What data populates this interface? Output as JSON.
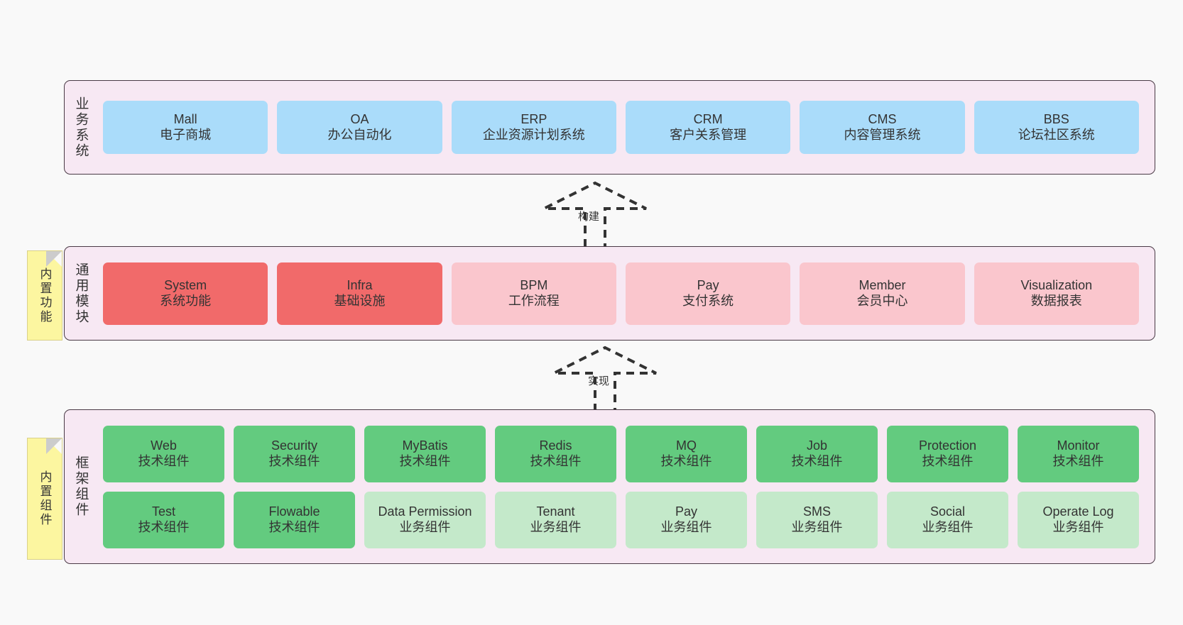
{
  "diagram": {
    "background_color": "#f9f9f9",
    "layer_fill": "#f7e8f3",
    "layer_border": "#4a3a46"
  },
  "layers": [
    {
      "id": "business",
      "label": "业务系统",
      "accent": "#aadcfa",
      "rows": [
        {
          "cards": [
            {
              "title": "Mall",
              "subtitle": "电子商城",
              "color": "#aadcfa"
            },
            {
              "title": "OA",
              "subtitle": "办公自动化",
              "color": "#aadcfa"
            },
            {
              "title": "ERP",
              "subtitle": "企业资源计划系统",
              "color": "#aadcfa"
            },
            {
              "title": "CRM",
              "subtitle": "客户关系管理",
              "color": "#aadcfa"
            },
            {
              "title": "CMS",
              "subtitle": "内容管理系统",
              "color": "#aadcfa"
            },
            {
              "title": "BBS",
              "subtitle": "论坛社区系统",
              "color": "#aadcfa"
            }
          ]
        }
      ]
    },
    {
      "id": "modules",
      "label": "通用模块",
      "accent": "#f16a6a",
      "rows": [
        {
          "cards": [
            {
              "title": "System",
              "subtitle": "系统功能",
              "color": "#f16a6a"
            },
            {
              "title": "Infra",
              "subtitle": "基础设施",
              "color": "#f16a6a"
            },
            {
              "title": "BPM",
              "subtitle": "工作流程",
              "color": "#fac6cd"
            },
            {
              "title": "Pay",
              "subtitle": "支付系统",
              "color": "#fac6cd"
            },
            {
              "title": "Member",
              "subtitle": "会员中心",
              "color": "#fac6cd"
            },
            {
              "title": "Visualization",
              "subtitle": "数据报表",
              "color": "#fac6cd"
            }
          ]
        }
      ]
    },
    {
      "id": "framework",
      "label": "框架组件",
      "accent": "#63cb7f",
      "rows": [
        {
          "cards": [
            {
              "title": "Web",
              "subtitle": "技术组件",
              "color": "#63cb7f"
            },
            {
              "title": "Security",
              "subtitle": "技术组件",
              "color": "#63cb7f"
            },
            {
              "title": "MyBatis",
              "subtitle": "技术组件",
              "color": "#63cb7f"
            },
            {
              "title": "Redis",
              "subtitle": "技术组件",
              "color": "#63cb7f"
            },
            {
              "title": "MQ",
              "subtitle": "技术组件",
              "color": "#63cb7f"
            },
            {
              "title": "Job",
              "subtitle": "技术组件",
              "color": "#63cb7f"
            },
            {
              "title": "Protection",
              "subtitle": "技术组件",
              "color": "#63cb7f"
            },
            {
              "title": "Monitor",
              "subtitle": "技术组件",
              "color": "#63cb7f"
            }
          ]
        },
        {
          "cards": [
            {
              "title": "Test",
              "subtitle": "技术组件",
              "color": "#63cb7f"
            },
            {
              "title": "Flowable",
              "subtitle": "技术组件",
              "color": "#63cb7f"
            },
            {
              "title": "Data Permission",
              "subtitle": "业务组件",
              "color": "#c4e9ca"
            },
            {
              "title": "Tenant",
              "subtitle": "业务组件",
              "color": "#c4e9ca"
            },
            {
              "title": "Pay",
              "subtitle": "业务组件",
              "color": "#c4e9ca"
            },
            {
              "title": "SMS",
              "subtitle": "业务组件",
              "color": "#c4e9ca"
            },
            {
              "title": "Social",
              "subtitle": "业务组件",
              "color": "#c4e9ca"
            },
            {
              "title": "Operate Log",
              "subtitle": "业务组件",
              "color": "#c4e9ca"
            }
          ]
        }
      ]
    }
  ],
  "notes": [
    {
      "id": "functions",
      "label": "内置功能",
      "color": "#fcf6a0"
    },
    {
      "id": "components",
      "label": "内置组件",
      "color": "#fcf6a0"
    }
  ],
  "connectors": [
    {
      "id": "build",
      "label": "构建",
      "style": "dashed-hollow-arrow-up"
    },
    {
      "id": "impl",
      "label": "实现",
      "style": "dashed-hollow-arrow-up"
    }
  ]
}
